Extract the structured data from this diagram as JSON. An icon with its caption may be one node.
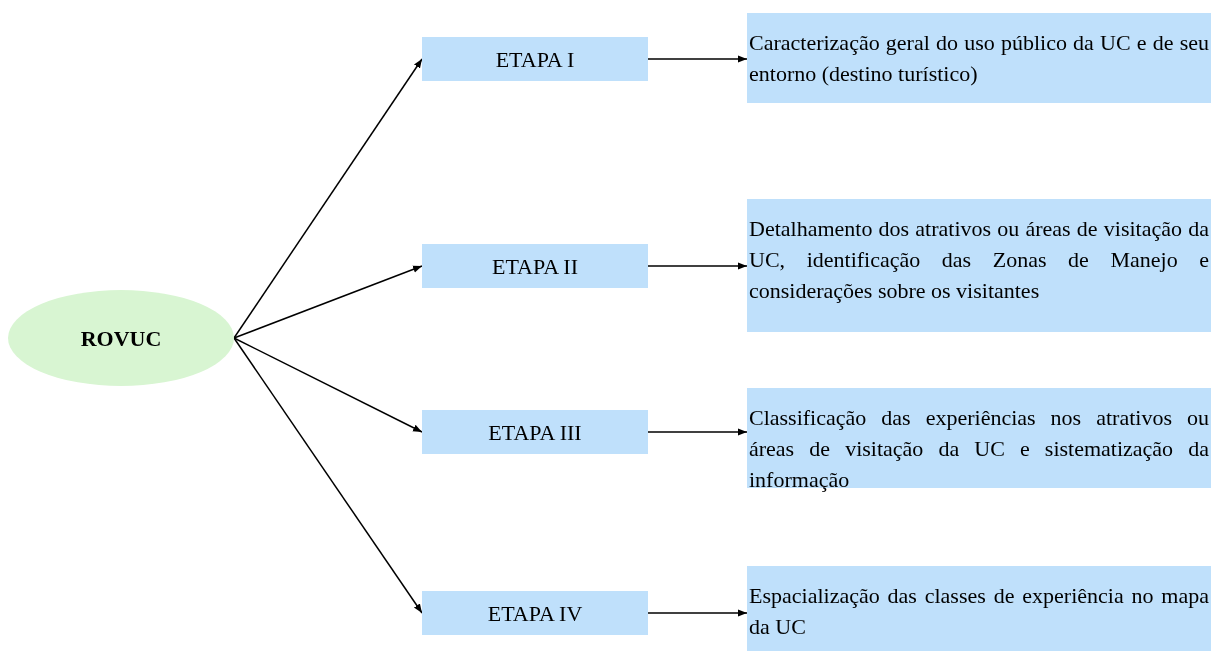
{
  "diagram": {
    "nodes": [
      {
        "text": [
          "ROVUC"
        ]
      },
      {
        "text": [
          "ETAPA I"
        ]
      },
      {
        "text": [
          "ETAPA II"
        ]
      },
      {
        "text": [
          "ETAPA III"
        ]
      },
      {
        "text": [
          "ETAPA IV"
        ]
      },
      {
        "text": [
          "Caracterização geral do uso público da UC e de seu entorno (destino turístico)"
        ]
      },
      {
        "text": [
          "Detalhamento dos atrativos ou áreas de visitação da UC, identificação das Zonas de Manejo e considerações sobre os visitantes"
        ]
      },
      {
        "text": [
          "Classificação das experiências nos atrativos ou áreas de visitação da UC e sistematização da informação"
        ]
      },
      {
        "text": [
          "Espacialização das classes de experiência no mapa da UC"
        ]
      }
    ],
    "edges": [
      {
        "from": 0,
        "to": 1,
        "arrow": "to"
      },
      {
        "from": 0,
        "to": 2,
        "arrow": "to"
      },
      {
        "from": 0,
        "to": 3,
        "arrow": "to"
      },
      {
        "from": 0,
        "to": 4,
        "arrow": "to"
      },
      {
        "from": 1,
        "to": 5,
        "arrow": "to"
      },
      {
        "from": 2,
        "to": 6,
        "arrow": "to"
      },
      {
        "from": 3,
        "to": 7,
        "arrow": "to"
      },
      {
        "from": 4,
        "to": 8,
        "arrow": "to"
      }
    ]
  }
}
